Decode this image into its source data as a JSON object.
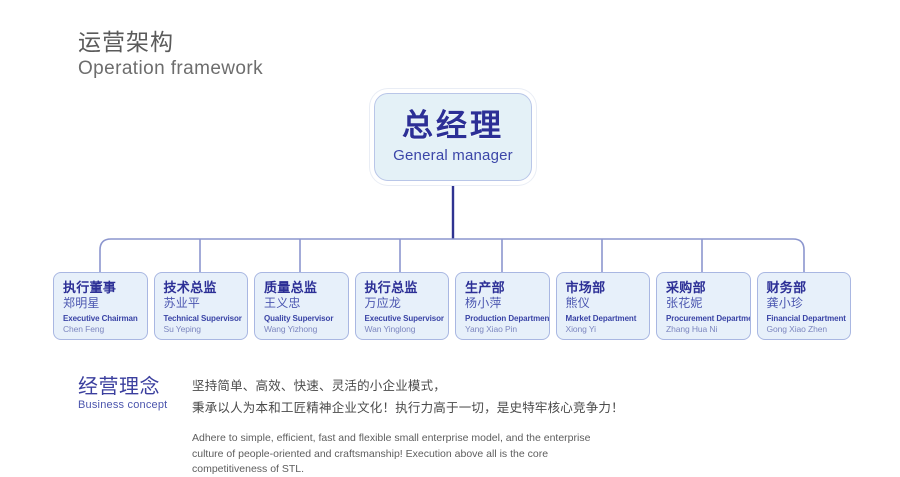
{
  "header": {
    "cn_title": "运营架构",
    "en_title": "Operation framework"
  },
  "manager": {
    "cn_title": "总经理",
    "en_title": "General manager"
  },
  "departments": [
    {
      "cn_title": "执行董事",
      "cn_name": "郑明星",
      "en_title": "Executive Chairman",
      "en_name": "Chen Feng"
    },
    {
      "cn_title": "技术总监",
      "cn_name": "苏业平",
      "en_title": "Technical Supervisor",
      "en_name": "Su Yeping"
    },
    {
      "cn_title": "质量总监",
      "cn_name": "王义忠",
      "en_title": "Quality Supervisor",
      "en_name": "Wang Yizhong"
    },
    {
      "cn_title": "执行总监",
      "cn_name": "万应龙",
      "en_title": "Executive Supervisor",
      "en_name": "Wan Yinglong"
    },
    {
      "cn_title": "生产部",
      "cn_name": "杨小萍",
      "en_title": "Production Department",
      "en_name": "Yang Xiao Pin"
    },
    {
      "cn_title": "市场部",
      "cn_name": "熊仪",
      "en_title": "Market Department",
      "en_name": "Xiong Yi"
    },
    {
      "cn_title": "采购部",
      "cn_name": "张花妮",
      "en_title": "Procurement Department",
      "en_name": "Zhang Hua Ni"
    },
    {
      "cn_title": "财务部",
      "cn_name": "龚小珍",
      "en_title": "Financial Department",
      "en_name": "Gong Xiao Zhen"
    }
  ],
  "concept": {
    "cn_label": "经营理念",
    "en_label": "Business concept",
    "cn_line1": "坚持简单、高效、快速、灵活的小企业模式，",
    "cn_line2": "秉承以人为本和工匠精神企业文化！执行力高于一切，是史特牢核心竞争力！",
    "en_paragraph": "Adhere to simple, efficient, fast and flexible small enterprise model, and the enterprise culture of people-oriented and craftsmanship! Execution above all is the core competitiveness of STL."
  },
  "colors": {
    "trunk_line": "#2f3391",
    "branch_line": "#8c96ce",
    "node_border": "#a9b7e2",
    "node_fill": "#e7f0fa",
    "manager_fill": "#e4f1f7",
    "accent_navy": "#2c2f96"
  }
}
